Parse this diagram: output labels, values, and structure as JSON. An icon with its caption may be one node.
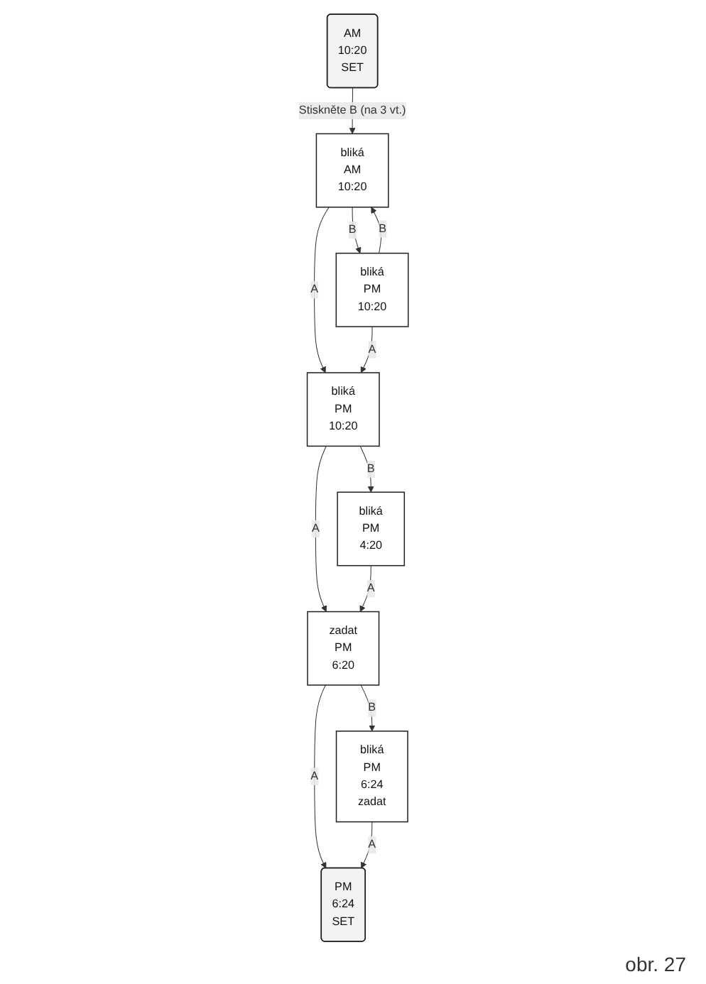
{
  "diagram": {
    "caption": "obr. 27",
    "nodes": [
      {
        "text": [
          "AM",
          "10:20",
          "SET"
        ]
      },
      {
        "text": [
          "bliká",
          "AM",
          "10:20"
        ]
      },
      {
        "text": [
          "bliká",
          "PM",
          "10:20"
        ]
      },
      {
        "text": [
          "bliká",
          "PM",
          "10:20"
        ]
      },
      {
        "text": [
          "bliká",
          "PM",
          "4:20"
        ]
      },
      {
        "text": [
          "zadat",
          "PM",
          "6:20"
        ]
      },
      {
        "text": [
          "bliká",
          "PM",
          "6:24",
          "zadat"
        ]
      },
      {
        "text": [
          "PM",
          "6:24",
          "SET"
        ]
      }
    ],
    "edges": [
      {
        "from": 0,
        "to": 1,
        "arrow": "to",
        "label": "Stiskněte B (na 3 vt.)"
      },
      {
        "from": 1,
        "to": 2,
        "arrow": "to",
        "label": "B"
      },
      {
        "from": 2,
        "to": 1,
        "arrow": "to",
        "label": "B"
      },
      {
        "from": 1,
        "to": 3,
        "arrow": "to",
        "label": "A"
      },
      {
        "from": 2,
        "to": 3,
        "arrow": "to",
        "label": "A"
      },
      {
        "from": 3,
        "to": 4,
        "arrow": "to",
        "label": "B"
      },
      {
        "from": 3,
        "to": 5,
        "arrow": "to",
        "label": "A"
      },
      {
        "from": 4,
        "to": 5,
        "arrow": "to",
        "label": "A"
      },
      {
        "from": 5,
        "to": 6,
        "arrow": "to",
        "label": "B"
      },
      {
        "from": 5,
        "to": 7,
        "arrow": "to",
        "label": "A"
      },
      {
        "from": 6,
        "to": 7,
        "arrow": "to",
        "label": "A"
      }
    ]
  }
}
